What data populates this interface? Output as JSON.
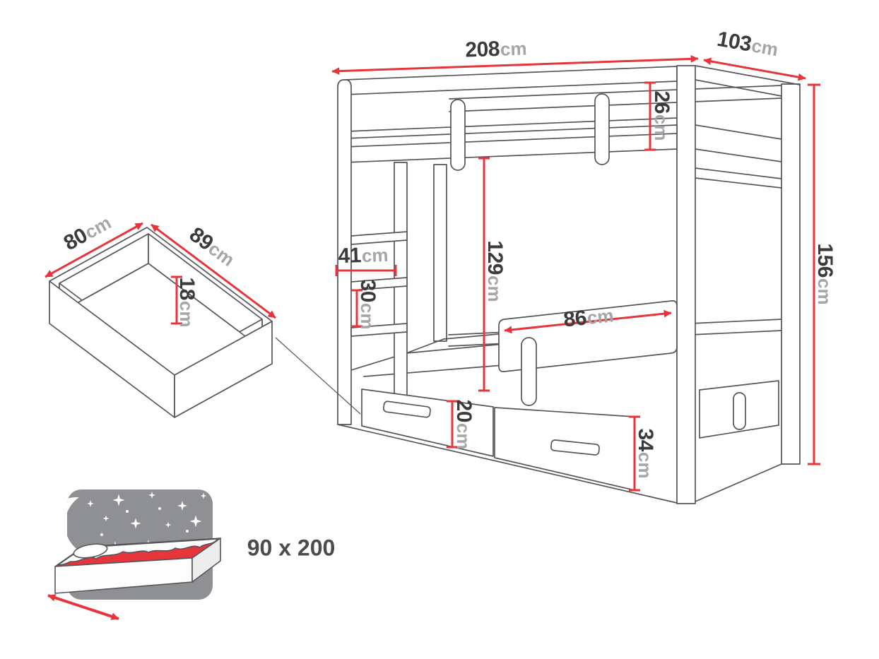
{
  "diagram": {
    "colors": {
      "dimension_red": "#e6353b",
      "outline_gray": "#55565a",
      "value_text": "#3b3b3d",
      "unit_text": "#a4a6a9",
      "sky_gray": "#8e9093",
      "mattress_red": "#e6353b"
    },
    "bed": {
      "dim_width": {
        "value": "208",
        "unit": "cm"
      },
      "dim_depth": {
        "value": "103",
        "unit": "cm"
      },
      "dim_top_rail_height": {
        "value": "26",
        "unit": "cm"
      },
      "dim_total_height": {
        "value": "156",
        "unit": "cm"
      },
      "dim_shelf_width": {
        "value": "41",
        "unit": "cm"
      },
      "dim_shelf_gap": {
        "value": "30",
        "unit": "cm"
      },
      "dim_bunk_clearance": {
        "value": "129",
        "unit": "cm"
      },
      "dim_guard_rail": {
        "value": "86",
        "unit": "cm"
      },
      "dim_drawer_front_small": {
        "value": "20",
        "unit": "cm"
      },
      "dim_drawer_front_large": {
        "value": "34",
        "unit": "cm"
      }
    },
    "drawer": {
      "dim_depth": {
        "value": "80",
        "unit": "cm"
      },
      "dim_width": {
        "value": "89",
        "unit": "cm"
      },
      "dim_inner_height": {
        "value": "18",
        "unit": "cm"
      }
    },
    "mattress": {
      "size": "90 x 200"
    }
  }
}
